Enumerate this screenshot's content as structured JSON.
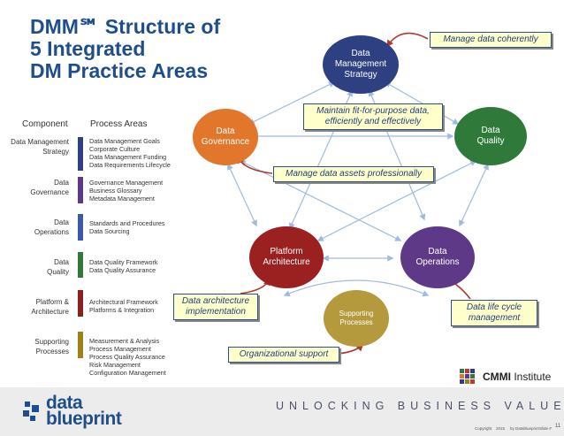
{
  "title": {
    "line1": "DMM℠ Structure of",
    "line2": "5 Integrated",
    "line3": "DM Practice Areas"
  },
  "table": {
    "col_component": "Component",
    "col_process": "Process Areas",
    "rows": [
      {
        "component": [
          "Data Management",
          "Strategy"
        ],
        "color": "#2e3f82",
        "items": [
          "Data Management Goals",
          "Corporate Culture",
          "Data Management Funding",
          "Data Requirements Lifecycle"
        ]
      },
      {
        "component": [
          "Data",
          "Governance"
        ],
        "color": "#5e3987",
        "items": [
          "Governance Management",
          "Business Glossary",
          "Metadata Management"
        ]
      },
      {
        "component": [
          "Data",
          "Operations"
        ],
        "color": "#3a5aa5",
        "items": [
          "Standards and Procedures",
          "Data Sourcing"
        ]
      },
      {
        "component": [
          "Data",
          "Quality"
        ],
        "color": "#2f7a3a",
        "items": [
          "Data Quality Framework",
          "Data Quality Assurance"
        ]
      },
      {
        "component": [
          "Platform &",
          "Architecture"
        ],
        "color": "#8b2020",
        "items": [
          "Architectural Framework",
          "Platforms & Integration"
        ]
      },
      {
        "component": [
          "Supporting",
          "Processes"
        ],
        "color": "#a08018",
        "items": [
          "Measurement & Analysis",
          "Process Management",
          "Process Quality Assurance",
          "Risk Management",
          "Configuration Management"
        ]
      }
    ]
  },
  "nodes": {
    "strategy": {
      "lines": [
        "Data",
        "Management",
        "Strategy"
      ],
      "color": "#2e3f82"
    },
    "governance": {
      "lines": [
        "Data",
        "Governance"
      ],
      "color": "#e2772b"
    },
    "quality": {
      "lines": [
        "Data",
        "Quality"
      ],
      "color": "#2f7a3a"
    },
    "platform": {
      "lines": [
        "Platform",
        "Architecture"
      ],
      "color": "#9b2020"
    },
    "operations": {
      "lines": [
        "Data",
        "Operations"
      ],
      "color": "#5e3987"
    },
    "supporting": {
      "lines": [
        "Supporting",
        "Processes"
      ],
      "color": "#b59a3d"
    }
  },
  "callouts": {
    "coherently": "Manage data coherently",
    "fit": [
      "Maintain fit-for-purpose data,",
      "efficiently and effectively"
    ],
    "professionally": "Manage data assets professionally",
    "architecture": [
      "Data architecture",
      "implementation"
    ],
    "lifecycle": [
      "Data life cycle",
      "management"
    ],
    "organizational": "Organizational support"
  },
  "colors": {
    "title": "#1f4e8c",
    "arrow_red": "#b03a2e",
    "connector": "#9dbbe0",
    "callout_bg": "#ffffcc",
    "callout_border": "#2b4f86"
  },
  "footer": {
    "logo_line1": "data",
    "logo_line2": "blueprint",
    "tagline": "UNLOCKING BUSINESS VALUE",
    "cmmi_bold": "CMMI",
    "cmmi_rest": " Institute",
    "copyright": "Copyright",
    "year": "2015",
    "company": "by Datablueprint",
    "slide": "Slide #",
    "page": "11"
  }
}
